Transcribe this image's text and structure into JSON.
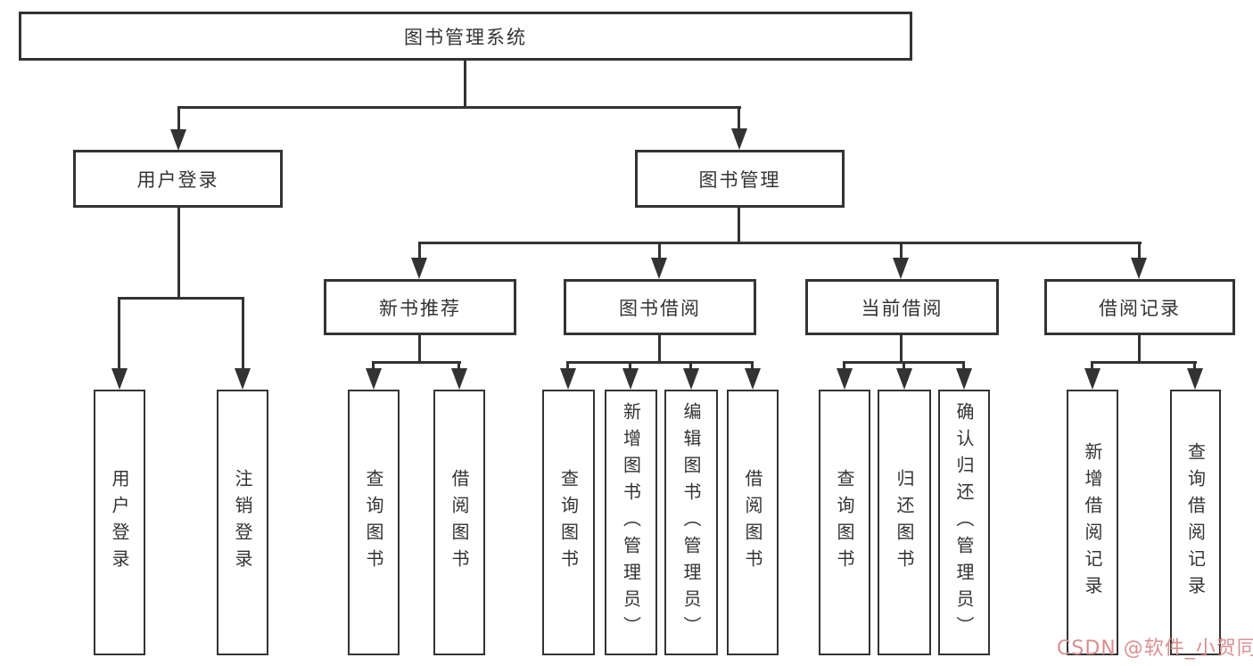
{
  "title": "图书管理系统",
  "tree": {
    "root": {
      "label": "图书管理系统"
    },
    "branches": [
      {
        "label": "用户登录",
        "children": [
          {
            "label": "用户登录"
          },
          {
            "label": "注销登录"
          }
        ]
      },
      {
        "label": "图书管理",
        "groups": [
          {
            "label": "新书推荐",
            "children": [
              {
                "label": "查询图书"
              },
              {
                "label": "借阅图书"
              }
            ]
          },
          {
            "label": "图书借阅",
            "children": [
              {
                "label": "查询图书"
              },
              {
                "label": "新增图书（管理员）"
              },
              {
                "label": "编辑图书（管理员）"
              },
              {
                "label": "借阅图书"
              }
            ]
          },
          {
            "label": "当前借阅",
            "children": [
              {
                "label": "查询图书"
              },
              {
                "label": "归还图书"
              },
              {
                "label": "确认归还（管理员）"
              }
            ]
          },
          {
            "label": "借阅记录",
            "children": [
              {
                "label": "新增借阅记录"
              },
              {
                "label": "查询借阅记录"
              }
            ]
          }
        ]
      }
    ]
  },
  "watermark": {
    "text": "CSDN @软件_小贺同学",
    "color": "#d98f8f"
  },
  "colors": {
    "line": "#333333",
    "border": "#333333",
    "text": "#333333",
    "background": "#ffffff"
  }
}
